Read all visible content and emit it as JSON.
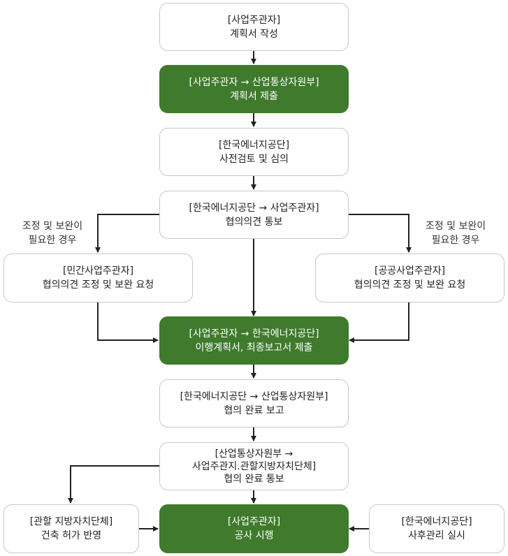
{
  "colors": {
    "accent_green": "#3f7a2d",
    "border": "#c8c8c8",
    "line": "#222222"
  },
  "steps": {
    "s1": {
      "line1": "[사업주관자]",
      "line2": "계획서 작성"
    },
    "s2": {
      "line1": "[사업주관자 → 산업통상자원부]",
      "line2": "계획서 제출"
    },
    "s3": {
      "line1": "[한국에너지공단]",
      "line2": "사전검토 및 심의"
    },
    "s4": {
      "line1": "[한국에너지공단 → 사업주관자]",
      "line2": "협의의견 통보"
    },
    "s5a": {
      "line1": "[민간사업주관자]",
      "line2": "협의의견 조정 및 보완 요청"
    },
    "s5b": {
      "line1": "[공공사업주관자]",
      "line2": "협의의견 조정 및 보완 요청"
    },
    "s6": {
      "line1": "[사업주관자 → 한국에너지공단]",
      "line2": "이행계획서, 최종보고서 제출"
    },
    "s7": {
      "line1": "[한국에너지공단 → 산업통상자원부]",
      "line2": "협의 완료 보고"
    },
    "s8": {
      "line1": "[산업통상자원부 →",
      "line2": "사업주관지.관할지방자치단체]",
      "line3": "협의 완료 통보"
    },
    "s9a": {
      "line1": "[관할 지방자치단체]",
      "line2": "건축 허가 반영"
    },
    "s9b": {
      "line1": "[사업주관자]",
      "line2": "공사 시행"
    },
    "s9c": {
      "line1": "[한국에너지공단]",
      "line2": "사후관리 실시"
    }
  },
  "notes": {
    "left": {
      "line1": "조정 및 보완이",
      "line2": "필요한 경우"
    },
    "right": {
      "line1": "조정 및 보완이",
      "line2": "필요한 경우"
    }
  }
}
